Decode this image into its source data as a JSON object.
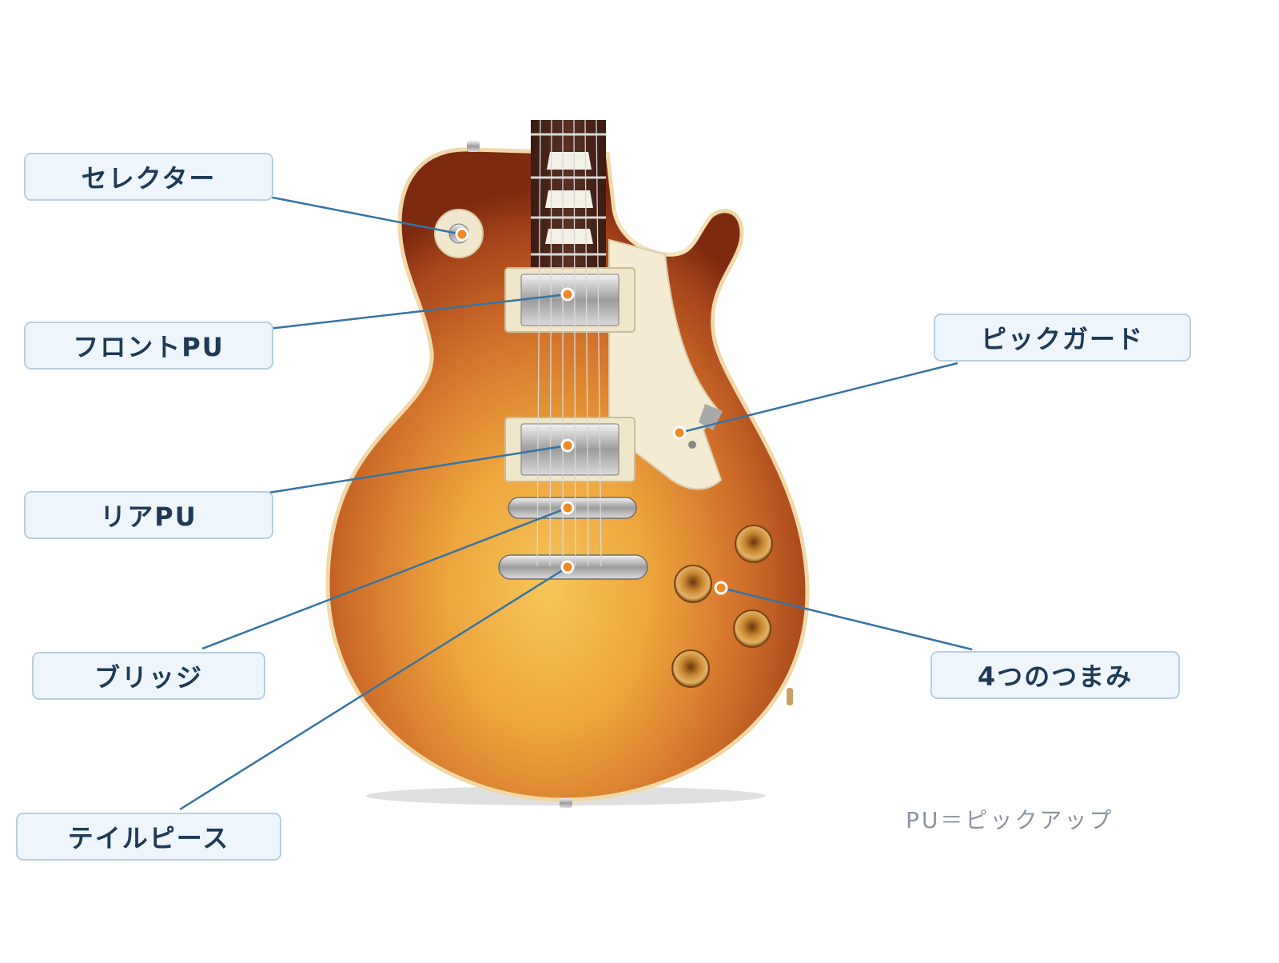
{
  "labels": {
    "selector": "セレクター",
    "front_pu": "フロントPU",
    "rear_pu": "リアPU",
    "bridge": "ブリッジ",
    "tailpiece": "テイルピース",
    "pickguard": "ピックガード",
    "knobs": "4つのつまみ"
  },
  "note": "PU＝ピックアップ",
  "colors": {
    "leader_line": "#3474a6",
    "marker": "#f08a24",
    "label_bg": "#eef5fb",
    "label_border": "#b9cfe0",
    "label_text": "#1e3a56"
  }
}
